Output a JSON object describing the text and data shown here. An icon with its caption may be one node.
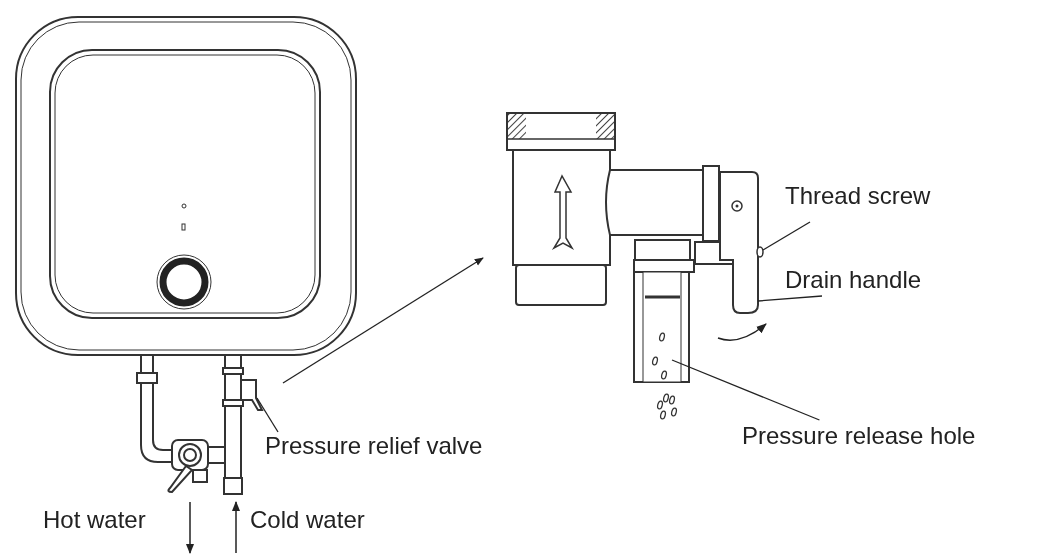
{
  "diagram": {
    "nodes": [
      {
        "text": [],
        "shape": "picture"
      },
      {
        "text": [],
        "shape": "picture"
      },
      {
        "text": [
          "Pressure relief valve"
        ]
      },
      {
        "text": [
          "Thread screw"
        ]
      },
      {
        "text": [
          "Drain handle"
        ]
      },
      {
        "text": [
          "Pressure release hole"
        ]
      }
    ],
    "edges": [
      {
        "from": 0,
        "to": 1,
        "arrow": "to"
      },
      {
        "from": 2,
        "to": 0,
        "arrow": "none"
      },
      {
        "from": 3,
        "to": 1,
        "arrow": "none"
      },
      {
        "from": 4,
        "to": 1,
        "arrow": "none"
      },
      {
        "from": 5,
        "to": 1,
        "arrow": "none"
      }
    ],
    "labels": [
      "Hot water",
      "Cold water"
    ]
  }
}
